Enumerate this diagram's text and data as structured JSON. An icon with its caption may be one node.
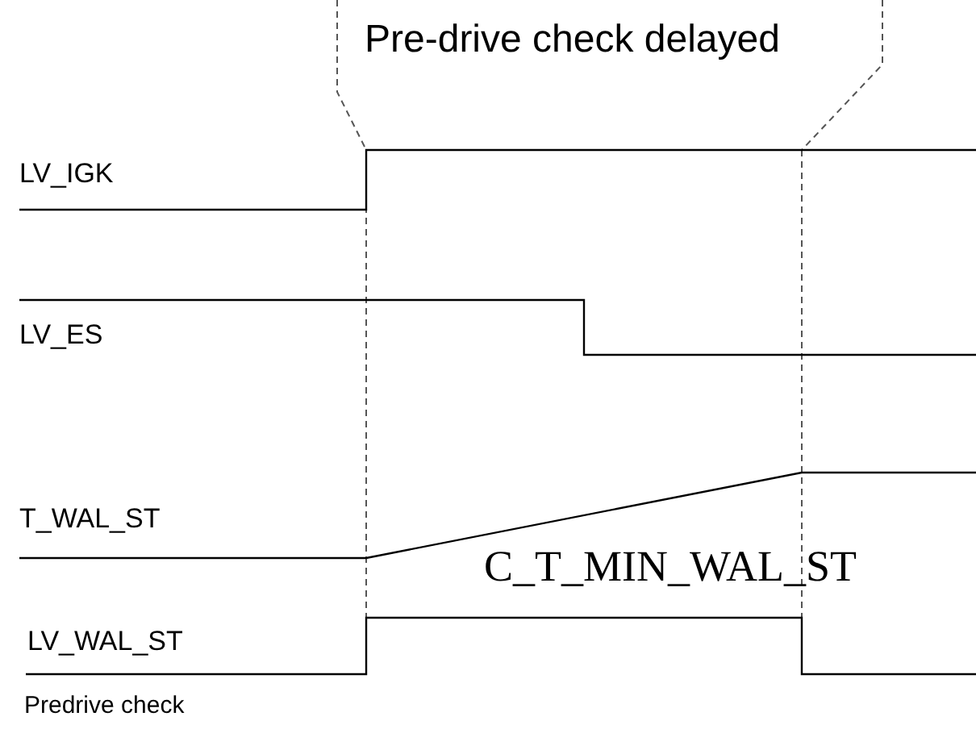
{
  "diagram": {
    "labels": [
      "Pre-drive check delayed",
      "LV_IGK",
      "LV_ES",
      "T_WAL_ST",
      "C_T_MIN_WAL_ST",
      "LV_WAL_ST",
      "Predrive check"
    ]
  }
}
